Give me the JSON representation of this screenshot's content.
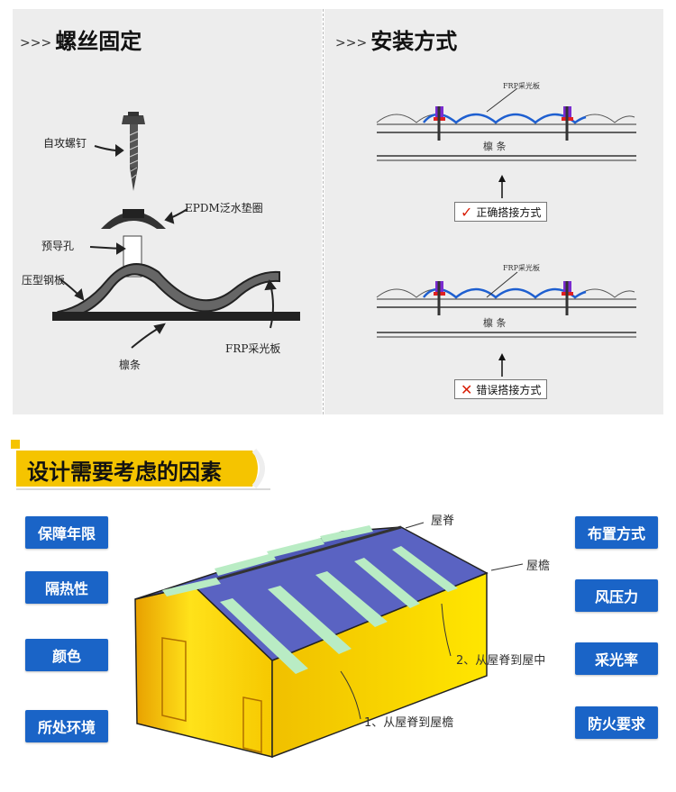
{
  "left_panel": {
    "arrows": ">>>",
    "title": "螺丝固定",
    "labels": {
      "screw": "自攻螺钉",
      "washer": "EPDM泛水垫圈",
      "hole": "预导孔",
      "steel": "压型钢板",
      "purlin": "檩条",
      "frp": "FRP采光板"
    }
  },
  "right_panel": {
    "arrows": ">>>",
    "title": "安装方式",
    "top_diagram": {
      "frp_label": "FRP采光板",
      "purlin_label": "檩    条"
    },
    "bottom_diagram": {
      "frp_label": "FRP采光板",
      "purlin_label": "檩    条"
    },
    "correct": {
      "mark": "✓",
      "label": "正确搭接方式",
      "mark_color": "#d81e06"
    },
    "wrong": {
      "mark": "✕",
      "label": "错误搭接方式",
      "mark_color": "#d81e06"
    }
  },
  "design": {
    "title": "设计需要考虑的因素",
    "accent": "#f5c400",
    "button_color": "#1a64c7",
    "left_factors": [
      "保障年限",
      "隔热性",
      "颜色",
      "所处环境"
    ],
    "right_factors": [
      "布置方式",
      "风压力",
      "采光率",
      "防火要求"
    ],
    "building_labels": {
      "ridge": "屋脊",
      "eave": "屋檐",
      "ridge_to_middle": "2、从屋脊到屋中",
      "ridge_to_eave": "1、从屋脊到屋檐"
    }
  }
}
